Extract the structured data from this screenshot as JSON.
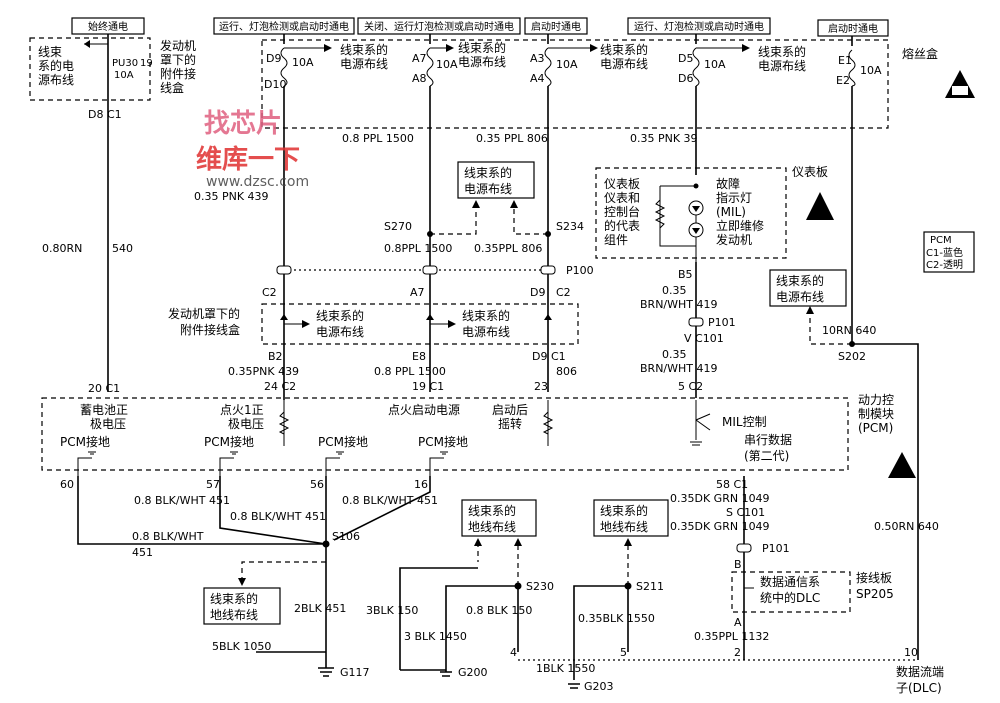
{
  "headers": {
    "always_hot": "始终通电",
    "run_bulb_start": "运行、灯泡检测或启动时通电",
    "off_run_bulb_start": "关闭、运行灯泡检测或启动时通电",
    "start_hot": "启动时通电",
    "run_bulb_start_2": "运行、灯泡检测或启动时通电",
    "start_hot_2": "启动时通电"
  },
  "fuse_box_label": "熔丝盒",
  "underhood_box": {
    "harness_text": "线束系的电源布线",
    "fuse": "PU30",
    "fuse_num": "19",
    "amp": "10A",
    "label": "发动机罩下的附件接线盒"
  },
  "fuses": {
    "d9": "D9",
    "d10": "D10",
    "f1_amp": "10A",
    "a7": "A7",
    "a8": "A8",
    "f2_amp": "10A",
    "a3": "A3",
    "a4": "A4",
    "f3_amp": "10A",
    "d5": "D5",
    "d6": "D6",
    "f4_amp": "10A",
    "e1": "E1",
    "e2": "E2",
    "f5_amp": "10A"
  },
  "power_harness": "线束系的电源布线",
  "wires": {
    "w_d8c1": "D8  C1",
    "w_ppl1500": "0.8  PPL  1500",
    "w_ppl806": "0.35  PPL  806",
    "w_pnk39": "0.35  PNK  39",
    "w_pnk439": "0.35  PNK  439",
    "w_orn540_a": "0.80RN",
    "w_orn540_b": "540",
    "w_8ppl1500": "0.8PPL  1500",
    "w_35ppl806": "0.35PPL  806",
    "s270": "S270",
    "s234": "S234",
    "p100": "P100",
    "c2a": "C2",
    "a7b": "A7",
    "d9b": "D9",
    "c2b": "C2",
    "b2": "B2",
    "e8": "E8",
    "d9c1": "D9 C1",
    "w_35pnk439": "0.35PNK  439",
    "w_8ppl1500b": "0.8  PPL  1500",
    "w_806b": "806",
    "pin20c1": "20  C1",
    "pin24c2": "24  C2",
    "pin19c1": "19  C1",
    "pin23": "23",
    "b5": "B5",
    "w_brn_a": "0.35",
    "w_brn_b": "BRN/WHT  419",
    "p101": "P101",
    "c101": "V   C101",
    "w_brn2_a": "0.35",
    "w_brn2_b": "BRN/WHT  419",
    "pin5c2": "5  C2",
    "w_10rn640": "10RN  640",
    "s202": "S202"
  },
  "underhood_box2": {
    "label": "发动机罩下的附件接线盒",
    "harness1": "线束系的电源布线",
    "harness2": "线束系的电源布线"
  },
  "cluster": {
    "title": "仪表板",
    "left_text": "仪表板仪表和控制台的代表组件",
    "mil_text": "故障指示灯(MIL)立即维修发动机"
  },
  "pcm_legend": {
    "title": "PCM",
    "c1": "C1-蓝色",
    "c2": "C2-透明"
  },
  "pcm": {
    "batt": "蓄电池正极电压",
    "ign1": "点火1正极电压",
    "ign_start": "点火启动电源",
    "crank": "启动后摇转",
    "mil_ctrl": "MIL控制",
    "serial": "串行数据(第二代)",
    "label": "动力控制模块(PCM)",
    "gnd1": "PCM接地",
    "gnd2": "PCM接地",
    "gnd3": "PCM接地",
    "gnd4": "PCM接地"
  },
  "bottom": {
    "pin60": "60",
    "pin57": "57",
    "pin56": "56",
    "pin16": "16",
    "pin58c1": "58  C1",
    "w_blk451_a": "0.8  BLK/WHT  451",
    "w_blk451_b": "0.8  BLK/WHT  451",
    "w_blk451_c": "0.8  BLK/WHT  451",
    "w_blk451_d": "0.8  BLK/WHT",
    "w_blk451_d2": "451",
    "s106": "S106",
    "w_dkgrn_a": "0.35DK  GRN  1049",
    "s_c101": "S   C101",
    "w_dkgrn_b": "0.35DK  GRN  1049",
    "p101b": "P101",
    "b_conn": "B",
    "dlc_box": "数据通信系统中的DLC",
    "junction": "接线板SP205",
    "a_conn": "A",
    "w_ppl1132": "0.35PPL  1132",
    "w_50rn640": "0.50RN  640",
    "gnd_harness1": "线束系的地线布线",
    "gnd_harness2": "线束系的地线布线",
    "gnd_harness3": "线束系的地线布线",
    "w_2blk451": "2BLK  451",
    "w_5blk1050": "5BLK  1050",
    "g117": "G117",
    "w_3blk150": "3BLK  150",
    "w_8blk150": "0.8  BLK  150",
    "w_3blk1450": "3  BLK  1450",
    "s230": "S230",
    "g200": "G200",
    "s211": "S211",
    "w_35blk1550": "0.35BLK  1550",
    "w_1blk1550": "1BLK  1550",
    "g203": "G203",
    "pin4": "4",
    "pin5": "5",
    "pin2": "2",
    "pin10": "10",
    "dlc_label": "数据流端子(DLC)"
  },
  "watermark": {
    "line1": "找芯片",
    "line2": "维库一下",
    "url": "www.dzsc.com"
  }
}
